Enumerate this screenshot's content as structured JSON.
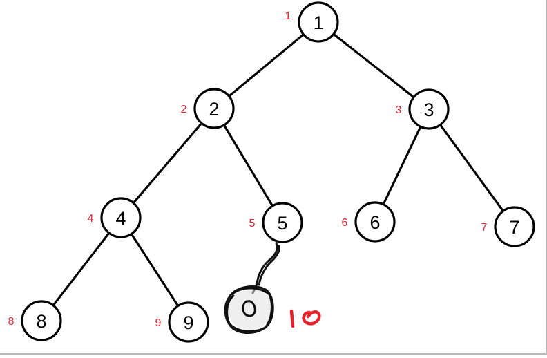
{
  "nodes": [
    {
      "id": "1",
      "label": "1",
      "index": "1"
    },
    {
      "id": "2",
      "label": "2",
      "index": "2"
    },
    {
      "id": "3",
      "label": "3",
      "index": "3"
    },
    {
      "id": "4",
      "label": "4",
      "index": "4"
    },
    {
      "id": "5",
      "label": "5",
      "index": "5"
    },
    {
      "id": "6",
      "label": "6",
      "index": "6"
    },
    {
      "id": "7",
      "label": "7",
      "index": "7"
    },
    {
      "id": "8",
      "label": "8",
      "index": "8"
    },
    {
      "id": "9",
      "label": "9",
      "index": "9"
    }
  ],
  "edges": [
    [
      "1",
      "2"
    ],
    [
      "1",
      "3"
    ],
    [
      "2",
      "4"
    ],
    [
      "2",
      "5"
    ],
    [
      "3",
      "6"
    ],
    [
      "3",
      "7"
    ],
    [
      "4",
      "8"
    ],
    [
      "4",
      "9"
    ]
  ],
  "colors": {
    "stroke": "#000000",
    "index_label": "#e0232e",
    "handwritten_index": "#e5232d"
  }
}
